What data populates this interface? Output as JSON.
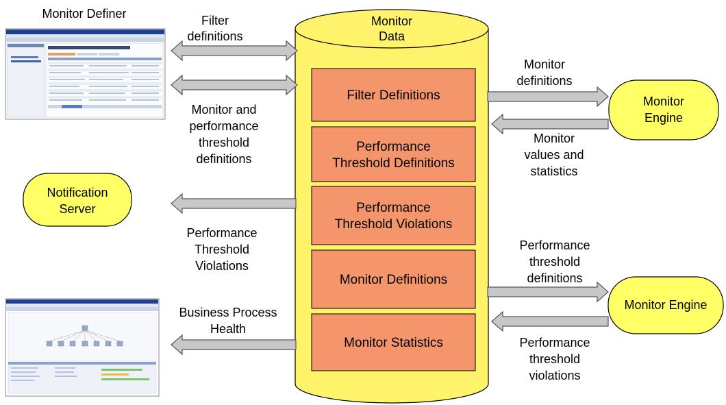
{
  "database": {
    "title_lines": [
      "Monitor",
      "Data"
    ]
  },
  "store_boxes": [
    {
      "lines": [
        "Filter Definitions"
      ]
    },
    {
      "lines": [
        "Performance",
        "Threshold Definitions"
      ]
    },
    {
      "lines": [
        "Performance",
        "Threshold Violations"
      ]
    },
    {
      "lines": [
        "Monitor Definitions"
      ]
    },
    {
      "lines": [
        "Monitor Statistics"
      ]
    }
  ],
  "nodes": {
    "monitor_definer": "Monitor Definer",
    "notification_server": [
      "Notification",
      "Server"
    ],
    "monitor_engine_1": [
      "Monitor",
      "Engine"
    ],
    "monitor_engine_2": "Monitor Engine"
  },
  "arrow_labels": {
    "filter_definitions": [
      "Filter",
      "definitions"
    ],
    "monitor_perf_threshold_defs": [
      "Monitor and",
      "performance",
      "threshold",
      "definitions"
    ],
    "perf_threshold_violations_left": [
      "Performance",
      "Threshold",
      "Violations"
    ],
    "business_process_health": [
      "Business Process",
      "Health"
    ],
    "monitor_definitions": [
      "Monitor",
      "definitions"
    ],
    "monitor_values_statistics": [
      "Monitor",
      "values and",
      "statistics"
    ],
    "perf_threshold_defs_right": [
      "Performance",
      "threshold",
      "definitions"
    ],
    "perf_threshold_violations_right": [
      "Performance",
      "threshold",
      "violations"
    ]
  },
  "colors": {
    "database_fill": "#fff36b",
    "box_fill": "#f4956b",
    "node_fill": "#ffff66",
    "arrow_fill": "#c8c8c8",
    "arrow_stroke": "#555555"
  }
}
